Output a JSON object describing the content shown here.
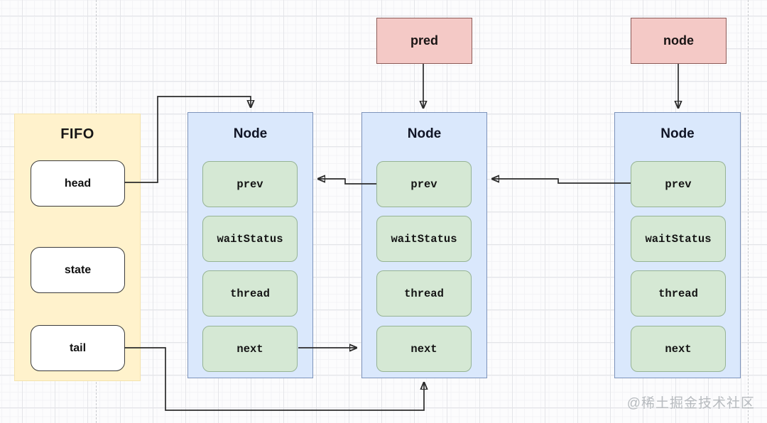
{
  "colors": {
    "node_fill": "#dae8fc",
    "node_border": "#6c8ebf",
    "field_fill": "#d5e8d4",
    "field_border": "#82b366",
    "pointer_fill": "#f8cecc",
    "pointer_border": "#b85450",
    "fifo_fill": "#fff2cc",
    "arrow": "#2b2b2b",
    "watermark_text": "#b7bbbf"
  },
  "fifo": {
    "title": "FIFO",
    "fields": [
      "head",
      "state",
      "tail"
    ]
  },
  "pointers": [
    {
      "label": "pred"
    },
    {
      "label": "node"
    }
  ],
  "nodes": [
    {
      "title": "Node",
      "fields": [
        "prev",
        "waitStatus",
        "thread",
        "next"
      ]
    },
    {
      "title": "Node",
      "fields": [
        "prev",
        "waitStatus",
        "thread",
        "next"
      ]
    },
    {
      "title": "Node",
      "fields": [
        "prev",
        "waitStatus",
        "thread",
        "next"
      ]
    }
  ],
  "watermark": "@稀土掘金技术社区"
}
